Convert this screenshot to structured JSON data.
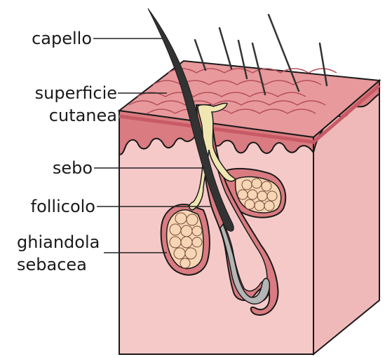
{
  "labels": {
    "capello": "capello",
    "superficie_line1": "superficie",
    "superficie_line2": "cutanea",
    "sebo": "sebo",
    "follicolo": "follicolo",
    "ghiandola_line1": "ghiandola",
    "ghiandola_line2": "sebacea"
  },
  "colors": {
    "skin_front": "#f6c9c9",
    "skin_side": "#f0b9b9",
    "epidermis": "#d97b80",
    "epidermis_dark": "#c85a66",
    "surface": "#e8999c",
    "surface_scales": "#b7505c",
    "hair": "#333333",
    "hair_bulb": "#b5b5b5",
    "sebum": "#f0e6b2",
    "gland_cells": "#f6d6b4",
    "outline": "#1a1a1a",
    "leader": "#222222"
  }
}
